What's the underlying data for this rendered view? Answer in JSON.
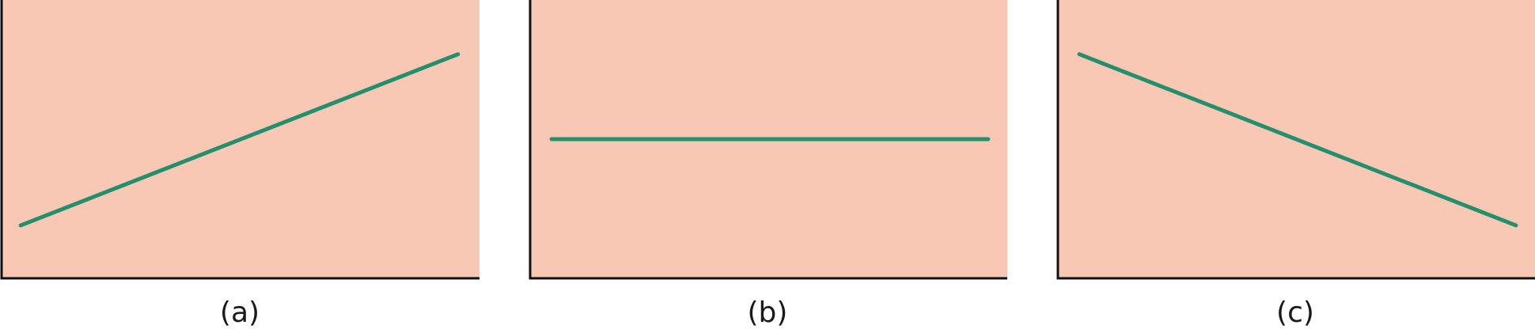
{
  "colors": {
    "plot_background": "#f9c8b4",
    "series_line": "#22906d",
    "axis": "#111111",
    "caption": "#1a1a1a"
  },
  "chart_data": [
    {
      "type": "line",
      "panel_label": "(a)",
      "title": "",
      "xlabel": "",
      "ylabel": "",
      "x_ticks": [],
      "y_ticks": [],
      "xlim": [
        0,
        1
      ],
      "ylim": [
        0,
        1
      ],
      "grid": false,
      "legend": "none",
      "series": [
        {
          "x": [
            0.04,
            0.955
          ],
          "y": [
            0.19,
            0.805
          ]
        }
      ]
    },
    {
      "type": "line",
      "panel_label": "(b)",
      "title": "",
      "xlabel": "",
      "ylabel": "",
      "x_ticks": [],
      "y_ticks": [],
      "xlim": [
        0,
        1
      ],
      "ylim": [
        0,
        1
      ],
      "grid": false,
      "legend": "none",
      "series": [
        {
          "x": [
            0.045,
            0.96
          ],
          "y": [
            0.5,
            0.5
          ]
        }
      ]
    },
    {
      "type": "line",
      "panel_label": "(c)",
      "title": "",
      "xlabel": "",
      "ylabel": "",
      "x_ticks": [],
      "y_ticks": [],
      "xlim": [
        0,
        1
      ],
      "ylim": [
        0,
        1
      ],
      "grid": false,
      "legend": "none",
      "series": [
        {
          "x": [
            0.045,
            0.96
          ],
          "y": [
            0.805,
            0.19
          ]
        }
      ]
    }
  ]
}
